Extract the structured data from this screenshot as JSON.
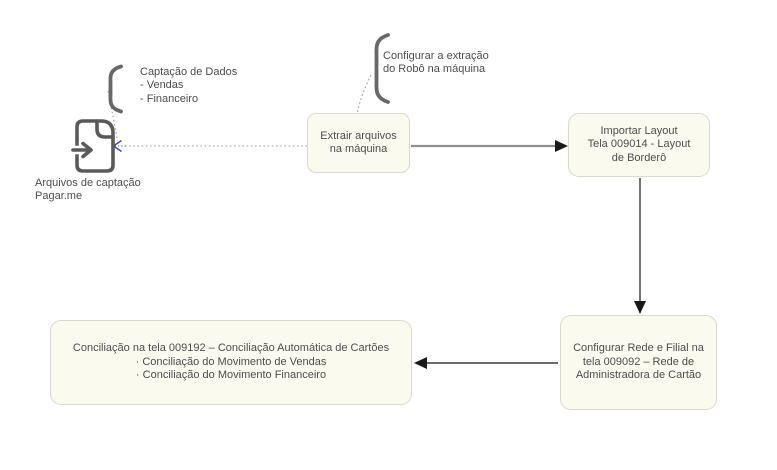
{
  "theme": {
    "background": "#ffffff",
    "box_fill": "#fbfaee",
    "box_border": "#dbd9cb",
    "text_color": "#4d4d4d",
    "arrow_gray": "#8f8f8f",
    "arrow_black": "#1a1a1a",
    "dotted_gray": "#9b9b9b",
    "blue_arrow": "#3d3dcc",
    "icon_gray": "#5a5a5a",
    "brace_gray": "#686868"
  },
  "source_icon": {
    "label_lines": [
      "Arquivos de captação",
      "Pagar.me"
    ]
  },
  "annotations": {
    "captacao": {
      "lines": [
        "Captação de Dados",
        "- Vendas",
        "- Financeiro"
      ]
    },
    "extracao": {
      "lines": [
        "Configurar a extração",
        "do Robô na máquina"
      ]
    }
  },
  "boxes": {
    "extrair": {
      "lines": [
        "Extrair arquivos",
        "na máquina"
      ]
    },
    "importar": {
      "lines": [
        "Importar Layout",
        "Tela 009014 - Layout",
        "de Borderô"
      ]
    },
    "configurar_rede": {
      "lines": [
        "Configurar Rede e Filial na",
        "tela 009092 – Rede de",
        "Administradora de Cartão"
      ]
    },
    "conciliacao": {
      "lines": [
        "Conciliação na tela 009192 – Conciliação Automática de Cartões",
        "· Conciliação do Movimento de Vendas",
        "· Conciliação do Movimento Financeiro"
      ]
    }
  }
}
